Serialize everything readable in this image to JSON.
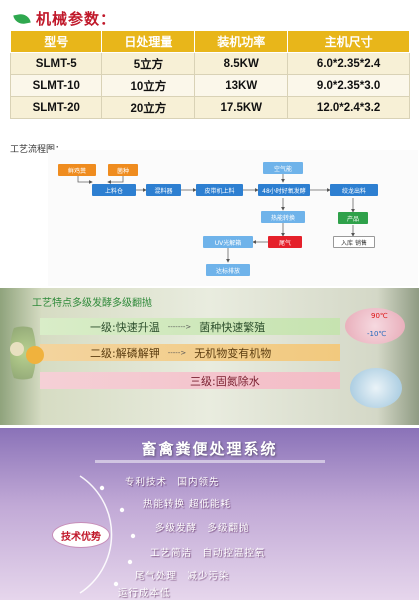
{
  "params": {
    "title": "机械参数：",
    "headers": [
      "型号",
      "日处理量",
      "装机功率",
      "主机尺寸"
    ],
    "rows": [
      [
        "SLMT-5",
        "5立方",
        "8.5KW",
        "6.0*2.35*2.4"
      ],
      [
        "SLMT-10",
        "10立方",
        "13KW",
        "9.0*2.35*3.0"
      ],
      [
        "SLMT-20",
        "20立方",
        "17.5KW",
        "12.0*2.4*3.2"
      ]
    ]
  },
  "flow": {
    "title": "工艺流程图：",
    "nodes": {
      "fresh_manure": "鲜鸡粪",
      "bacteria": "菌种",
      "feeder": "上料仓",
      "mixer": "混料器",
      "conveyor": "皮带机上料",
      "ferment": "48小时好氧发酵",
      "discharge": "绞龙出料",
      "air_blower": "空气能",
      "heat_exchange": "热能转换",
      "tail_gas": "尾气",
      "uv": "UV光解箱",
      "emission": "达标排放",
      "product": "产品",
      "storage": "入库 销售"
    }
  },
  "stages": {
    "title": "工艺特点多级发酵多级翻抛",
    "stage1_a": "一级:快速升温",
    "stage1_b": "菌种快速繁殖",
    "stage2_a": "二级:解磷解钾",
    "stage2_b": "无机物变有机物",
    "stage3": "三级:固氮除水",
    "temp_high": "90℃",
    "temp_low": "-10℃",
    "arrow1": "------->",
    "arrow2": "----->"
  },
  "system": {
    "title": "畜禽粪便处理系统",
    "center": "技术优势",
    "items": [
      "专利技术　国内领先",
      "热能转换 超低能耗",
      "多级发酵　多级翻抛",
      "工艺简洁　自动控温控氧",
      "尾气处理　减少污染",
      "运行成本低"
    ]
  },
  "colors": {
    "title_red": "#c0182a",
    "header_gold": "#e8b61a",
    "flow_orange": "#ef8c1f",
    "flow_blue": "#2d7fd1",
    "flow_green": "#2fa14a",
    "system_purple": "#8a72b8"
  }
}
